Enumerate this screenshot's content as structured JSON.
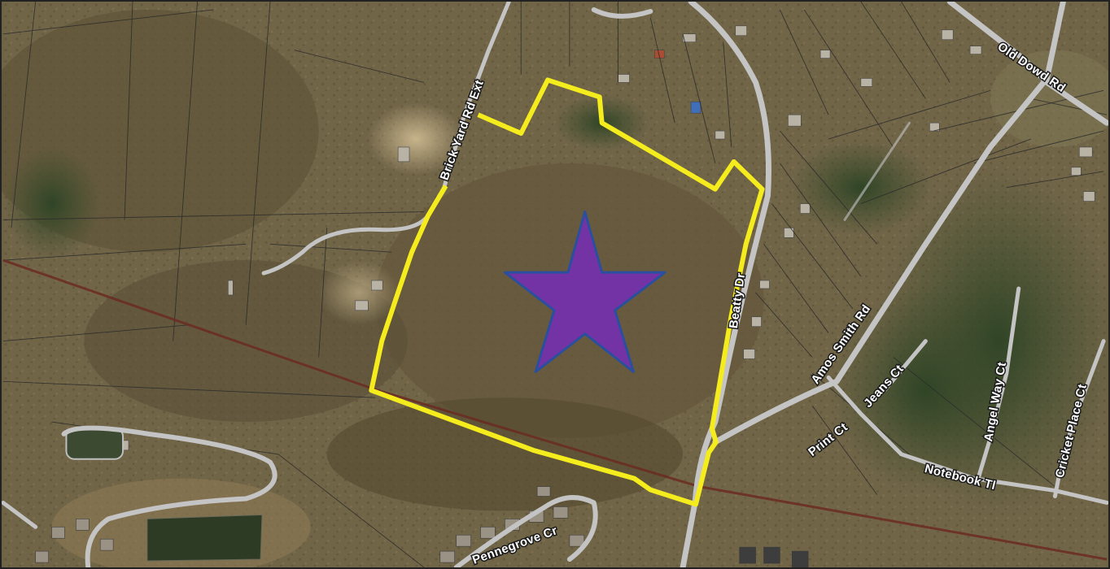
{
  "map": {
    "road_labels": {
      "old_dowd_rd": "Old Dowd Rd",
      "brick_yard_rd_ext": "Brick Yard Rd Ext",
      "beatty_dr": "Beatty Dr",
      "amos_smith_rd": "Amos Smith Rd",
      "jeans_ct": "Jeans Ct",
      "angel_way_ct": "Angel Way Ct",
      "cricket_place_ct": "Cricket Place Ct",
      "print_ct": "Print Ct",
      "notebook_tl": "Notebook Tl",
      "pennegrove_cr": "Pennegrove Cr"
    },
    "boundary_color": "#f4ec1c",
    "marker": {
      "icon": "star-icon",
      "fill_color": "#7433a5",
      "stroke_color": "#2a4f9e"
    },
    "road_color": "#c4c4c4",
    "railroad_color": "#6b2a22",
    "parcel_line_color": "#2a2a2a"
  }
}
